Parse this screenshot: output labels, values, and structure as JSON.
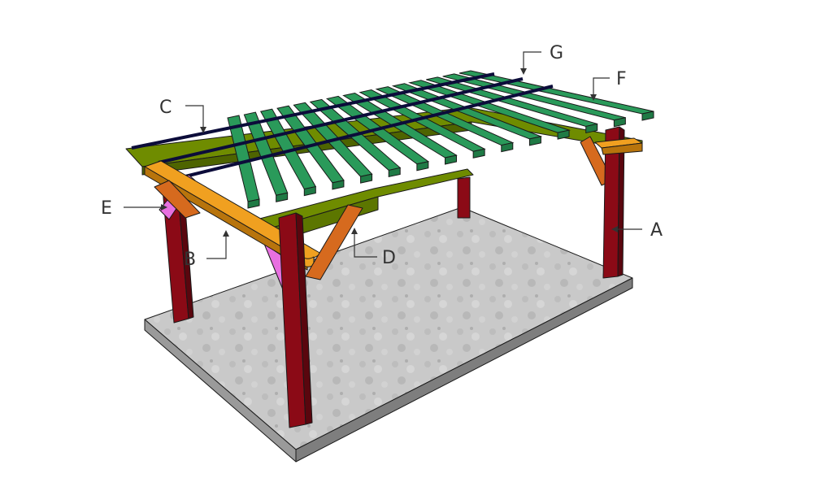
{
  "labels": {
    "A": "A",
    "B": "B",
    "C": "C",
    "D": "D",
    "E": "E",
    "F": "F",
    "G": "G"
  },
  "colors": {
    "post": "#8b0a16",
    "post_side": "#5a060e",
    "beam": "#6f8c00",
    "beam_side": "#4e6400",
    "girder": "#f0a020",
    "girder_side": "#b8740c",
    "brace": "#d66a1e",
    "brace_side": "#a04a10",
    "gusset": "#e870e0",
    "rafter": "#2a9a5a",
    "rafter_top": "#34b06a",
    "purlin": "#0c0c3a",
    "slab": "#c8c8c8",
    "slab_side": "#8d8d8d"
  },
  "icons": {
    "slab": "concrete-slab",
    "post": "post",
    "beam": "beam",
    "rafter": "rafter",
    "purlin": "purlin",
    "brace": "brace",
    "gusset": "gusset"
  }
}
